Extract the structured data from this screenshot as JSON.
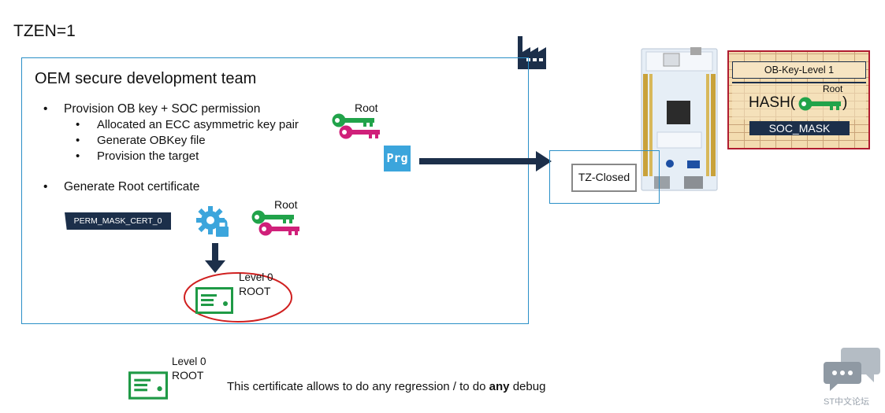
{
  "header": {
    "title": "TZEN=1"
  },
  "oem_panel": {
    "title": "OEM secure development team",
    "bullet1": "Provision OB key + SOC permission",
    "sub1": "Allocated an ECC asymmetric key pair",
    "sub2_prefix": "Generate ",
    "sub2_key": "OBKey",
    "sub2_suffix": " file",
    "sub3": "Provision the target",
    "bullet2": "Generate Root certificate",
    "perm_mask": "PERM_MASK_CERT_0",
    "root_label_keys1": "Root",
    "root_label_keys2": "Root",
    "prg_label": "Prg",
    "cert_level": "Level 0",
    "cert_root": "ROOT"
  },
  "target": {
    "tz_state": "TZ-Closed"
  },
  "ob_panel": {
    "title": "OB-Key-Level 1",
    "root_label": "Root",
    "hash_open": "HASH(",
    "hash_close": ")",
    "soc_mask": "SOC_MASK"
  },
  "footer": {
    "cert_level": "Level 0",
    "cert_root": "ROOT",
    "text_prefix": "This certificate allows to do any regression / to do ",
    "text_bold": "any",
    "text_suffix": " debug"
  },
  "watermark": {
    "label": "ST中文论坛"
  },
  "colors": {
    "accent_blue": "#2a8fc7",
    "navy": "#1c2f4a",
    "key_green": "#21a34a",
    "key_magenta": "#d0207a",
    "cert_green": "#1f9a46",
    "ellipse_red": "#d02020",
    "panel_red": "#b01c30"
  }
}
